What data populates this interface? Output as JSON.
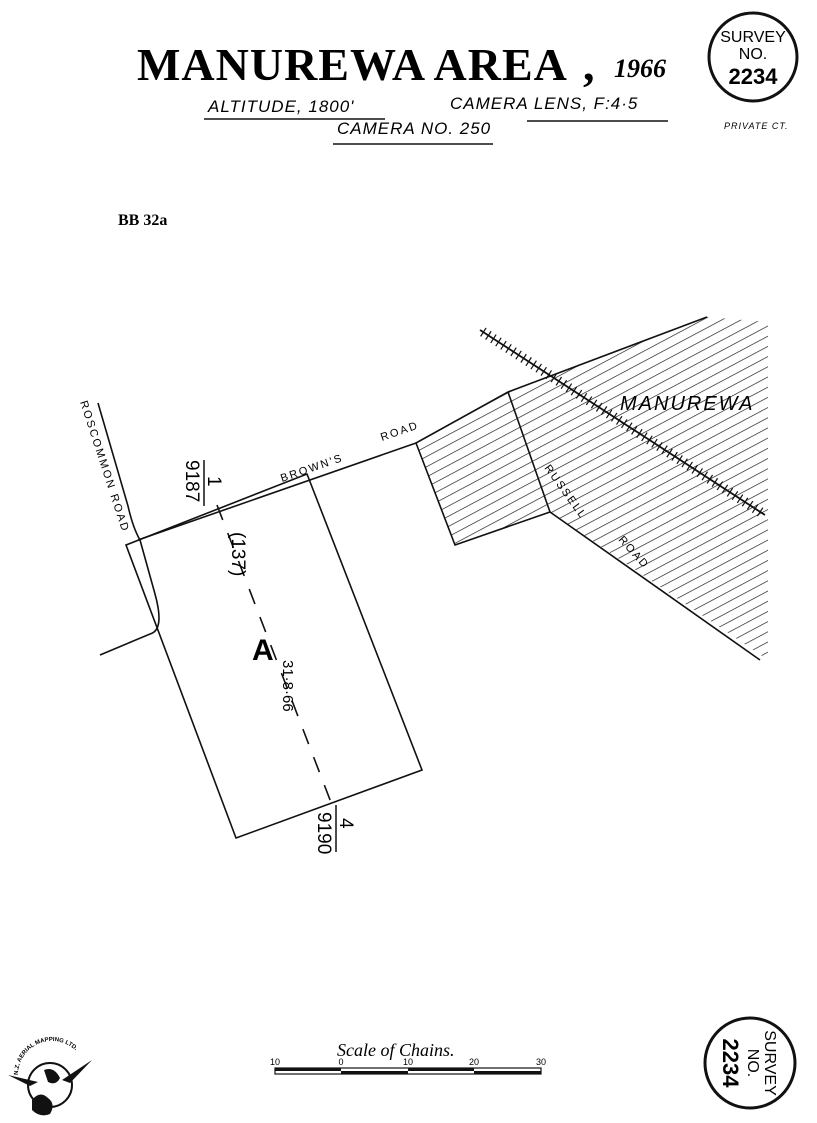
{
  "header": {
    "title": "MANUREWA AREA",
    "comma": ",",
    "year": "1966",
    "altitude": "ALTITUDE, 1800'",
    "camera_lens": "CAMERA LENS, F:4·5",
    "camera_no": "CAMERA NO. 250",
    "private": "PRIVATE  CT."
  },
  "survey_stamp": {
    "line1": "SURVEY",
    "line2": "NO.",
    "number": "2234"
  },
  "plate_label": "BB 32a",
  "map": {
    "roads": {
      "roscommon": "ROSCOMMON ROAD",
      "browns": "BROWN'S",
      "road_suffix": "ROAD",
      "russell": "RUSSELL",
      "russell_suffix": "ROAD"
    },
    "town": "MANUREWA",
    "flight_line": {
      "run_top_num": "1",
      "run_top_photo": "9187",
      "run_bottom_num": "4",
      "run_bottom_photo": "9190",
      "run_mark": "(137)",
      "run_letter": "A",
      "run_date": "31·8·66"
    }
  },
  "scale": {
    "title": "Scale of Chains.",
    "ticks": [
      "10",
      "0",
      "10",
      "20",
      "30"
    ]
  },
  "logo_text": "N.Z. AERIAL MAPPING LTD."
}
